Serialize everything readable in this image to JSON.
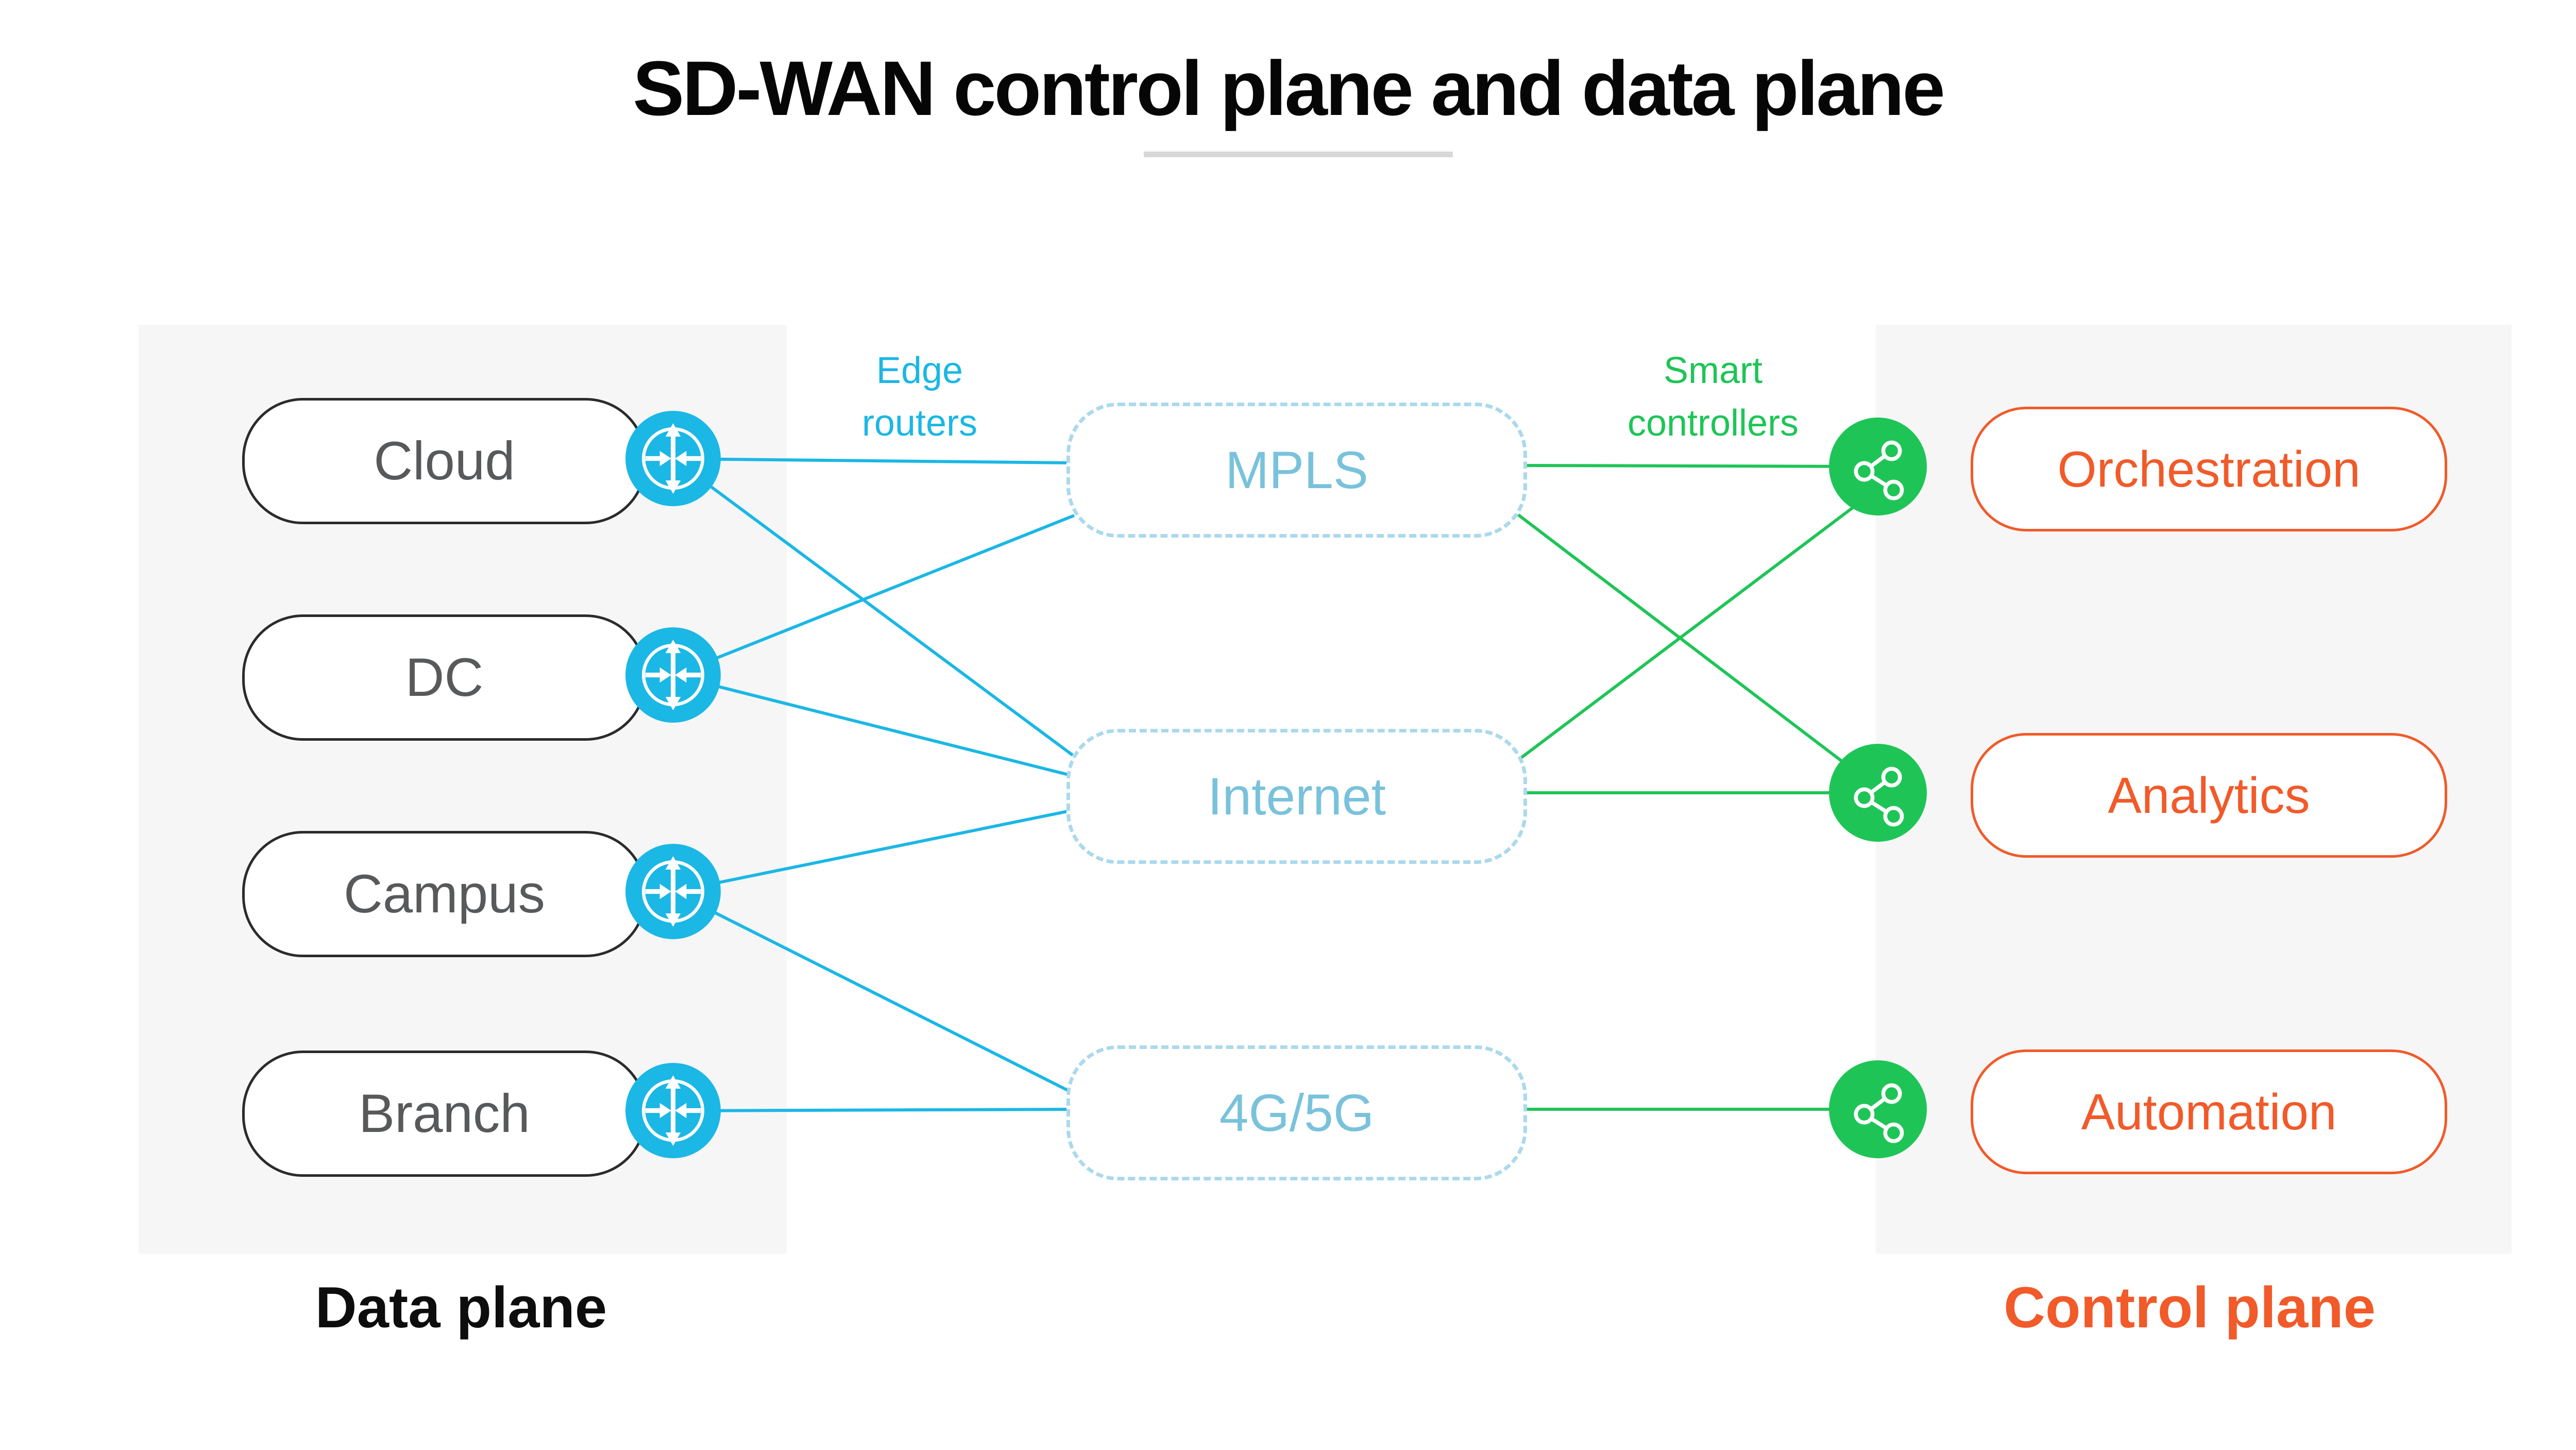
{
  "title": {
    "text": "SD-WAN control plane and data plane"
  },
  "colors": {
    "cyan": "#1BB7E5",
    "transport_text": "#79C2DB",
    "transport_dashed_border": "#ABD9EC",
    "green": "#1EC556",
    "orange": "#F15A29",
    "panel_gray": "#F6F6F7",
    "site_text_gray": "#58595B",
    "site_border_black": "#2B2B2B",
    "underline_gray": "#D8D8D8"
  },
  "data_plane": {
    "label": "Data plane",
    "sites": [
      {
        "label": "Cloud"
      },
      {
        "label": "DC"
      },
      {
        "label": "Campus"
      },
      {
        "label": "Branch"
      }
    ]
  },
  "edge_routers": {
    "label": "Edge routers"
  },
  "transports": [
    {
      "label": "MPLS"
    },
    {
      "label": "Internet"
    },
    {
      "label": "4G/5G"
    }
  ],
  "smart_controllers": {
    "label": "Smart controllers"
  },
  "control_plane": {
    "label": "Control plane",
    "functions": [
      {
        "label": "Orchestration"
      },
      {
        "label": "Analytics"
      },
      {
        "label": "Automation"
      }
    ]
  }
}
